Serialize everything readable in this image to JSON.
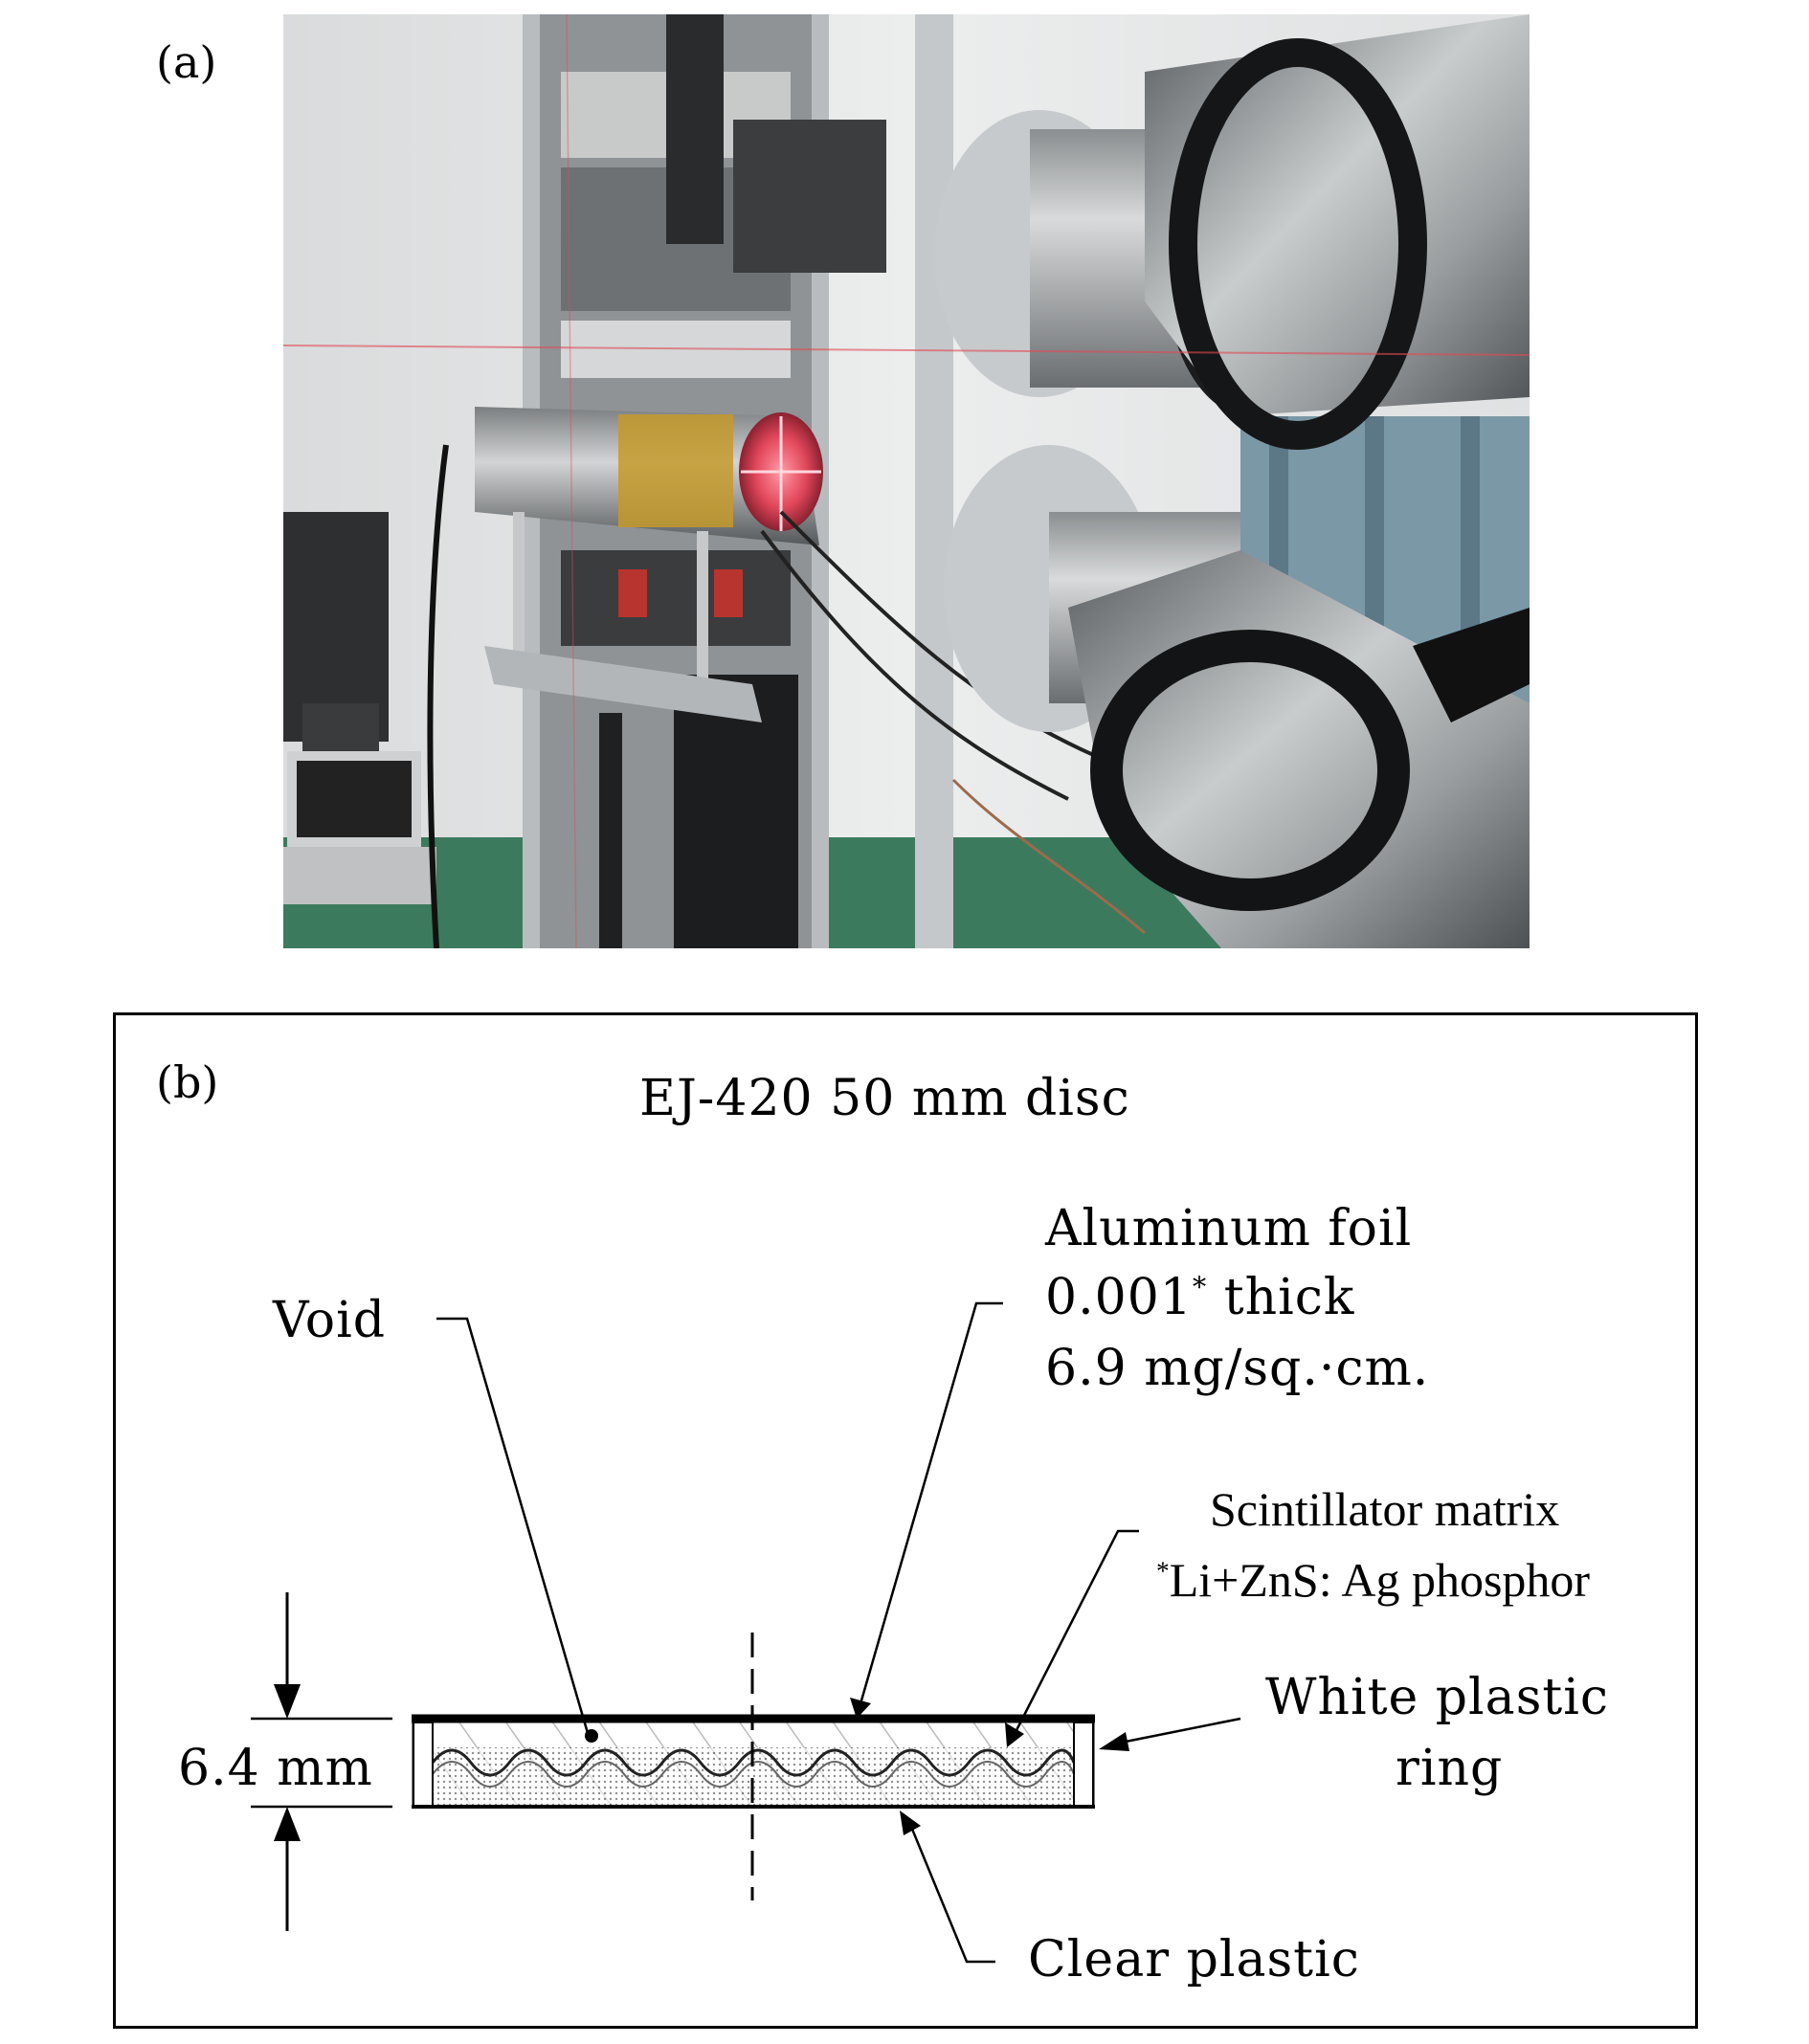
{
  "panel_a": {
    "label": "(a)"
  },
  "panel_b": {
    "label": "(b)",
    "title": "EJ-420 50 mm disc",
    "callouts": {
      "void": "Void",
      "aluminum_line1": "Aluminum foil",
      "aluminum_line2_main": "0.001",
      "aluminum_line2_sup": "*",
      "aluminum_line2_rest": " thick",
      "aluminum_line3": "6.9 mg/sq.·cm.",
      "scint_line1": "Scintillator matrix",
      "scint_line2_sup": "*",
      "scint_line2_rest": "Li+ZnS: Ag phosphor",
      "ring_line1": "White plastic",
      "ring_line2": "ring",
      "clear": "Clear plastic",
      "thickness": "6.4 mm"
    }
  }
}
